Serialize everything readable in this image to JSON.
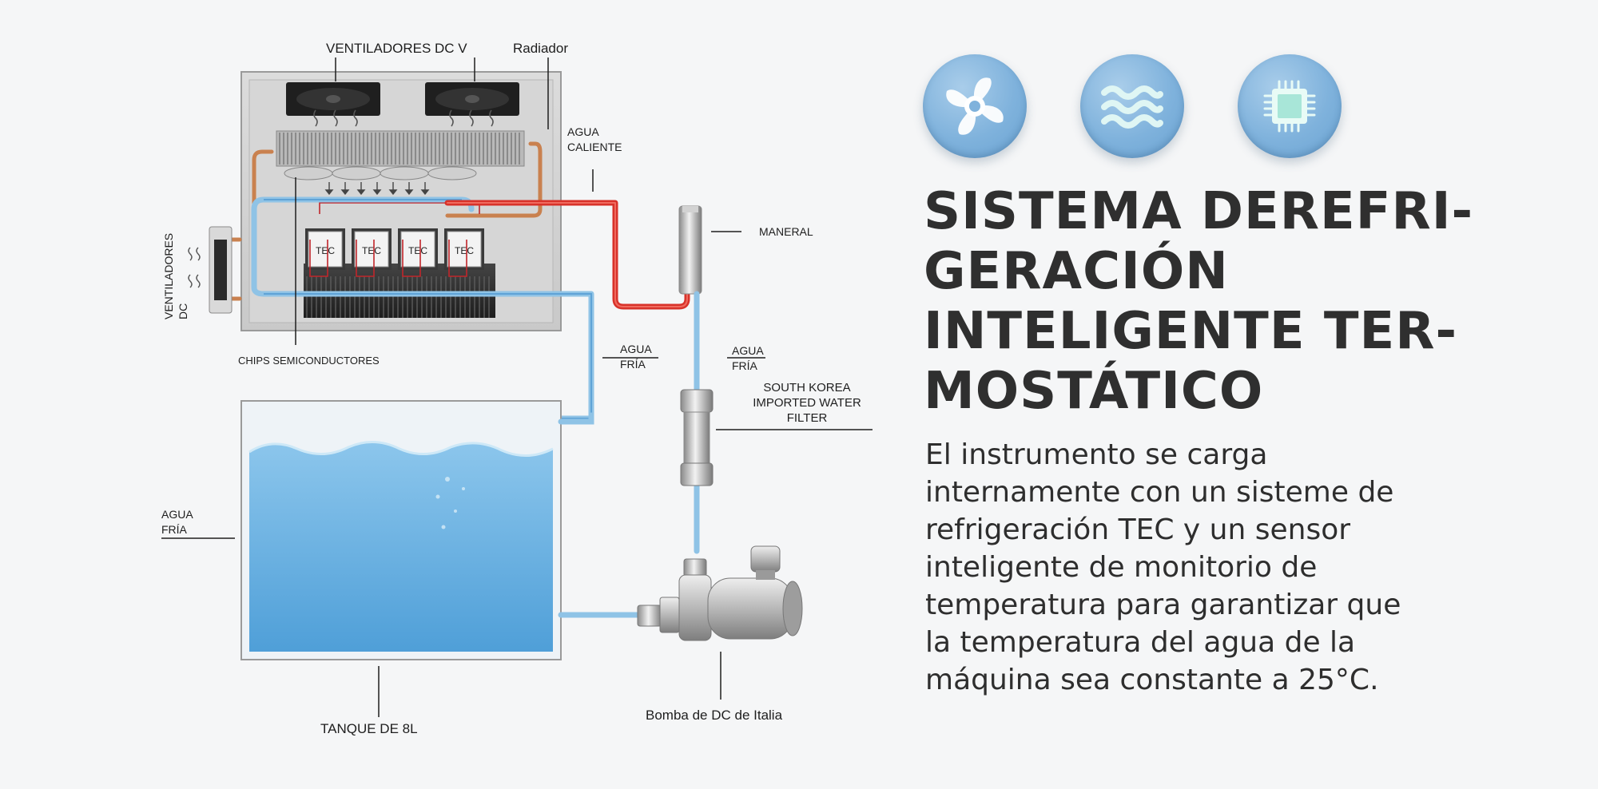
{
  "diagram": {
    "labels": {
      "ventiladores_top": "VENTILADORES DC V",
      "radiador": "Radiador",
      "agua_caliente_1": "AGUA",
      "agua_caliente_2": "CALIENTE",
      "ventiladores_side_1": "VENTILADORES",
      "ventiladores_side_2": "DC",
      "maneral": "MANERAL",
      "chips": "CHIPS SEMICONDUCTORES",
      "agua_fria_a_1": "AGUA",
      "agua_fria_a_2": "FRÍA",
      "agua_fria_b_1": "AGUA",
      "agua_fria_b_2": "FRÍA",
      "filter_1": "SOUTH KOREA",
      "filter_2": "IMPORTED WATER",
      "filter_3": "FILTER",
      "agua_fria_tank_1": "AGUA",
      "agua_fria_tank_2": "FRÍA",
      "tanque": "TANQUE DE 8L",
      "bomba": "Bomba de DC de Italia"
    },
    "tec_modules": [
      "TEC",
      "TEC",
      "TEC",
      "TEC"
    ]
  },
  "icons": [
    "fan-icon",
    "water-waves-icon",
    "chip-icon"
  ],
  "title_lines": [
    "SISTEMA DEREFRI-",
    "GERACIÓN",
    "INTELIGENTE TER-",
    "MOSTÁTICO"
  ],
  "description_lines": [
    "El instrumento se carga",
    "internamente con un sisteme de",
    "refrigeración TEC y un sensor",
    "inteligente de monitorio de",
    "temperatura para garantizar que",
    "la temperatura del agua de la",
    "máquina sea constante a 25°C."
  ],
  "colors": {
    "hot_pipe": "#d8322a",
    "cold_pipe": "#8fc3e6",
    "water": "#6fb3e0",
    "icon_bg": "#7fb2dc",
    "title": "#2f2f2f"
  }
}
